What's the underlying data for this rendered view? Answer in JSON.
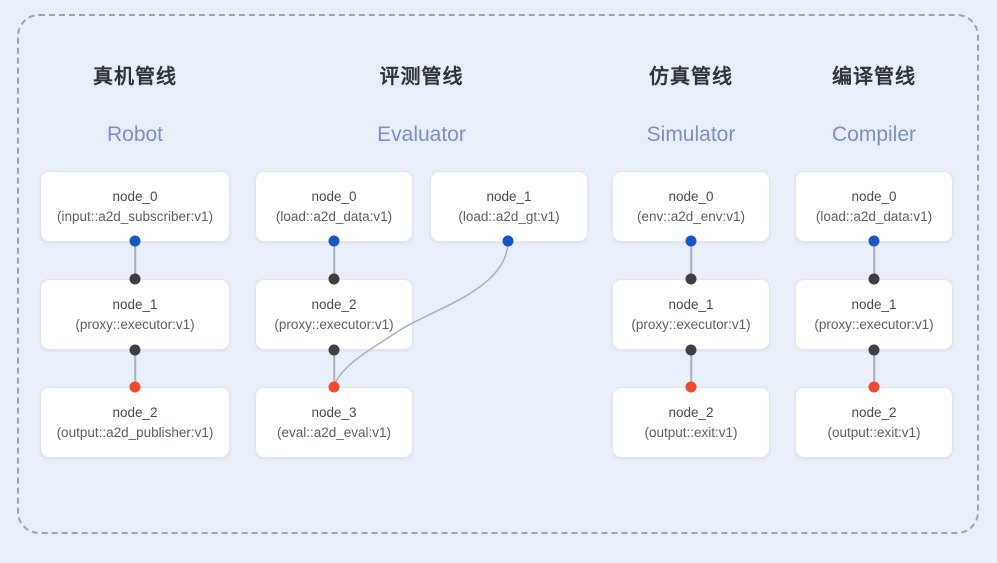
{
  "frame": {
    "border_style": "dashed",
    "border_color": "#9aa4b2",
    "background": "#e9eff9"
  },
  "palette": {
    "background": "#e9eff9",
    "card_background": "#ffffff",
    "card_border": "#e2e5ea",
    "title_cn_color": "#2f3438",
    "title_en_color": "#7b8fc7",
    "dot_input": "#1a56c4",
    "dot_internal": "#3c4043",
    "dot_output": "#ef4a30",
    "edge_color": "#aab1bb"
  },
  "columns": [
    {
      "id": "robot",
      "title_cn": "真机管线",
      "title_en": "Robot",
      "nodes": [
        {
          "id": "robot-node-0",
          "name": "node_0",
          "spec": "(input::a2d_subscriber:v1)"
        },
        {
          "id": "robot-node-1",
          "name": "node_1",
          "spec": "(proxy::executor:v1)"
        },
        {
          "id": "robot-node-2",
          "name": "node_2",
          "spec": "(output::a2d_publisher:v1)"
        }
      ]
    },
    {
      "id": "evaluator",
      "title_cn": "评测管线",
      "title_en": "Evaluator",
      "nodes": [
        {
          "id": "eval-node-0",
          "name": "node_0",
          "spec": "(load::a2d_data:v1)"
        },
        {
          "id": "eval-node-1",
          "name": "node_1",
          "spec": "(load::a2d_gt:v1)"
        },
        {
          "id": "eval-node-2",
          "name": "node_2",
          "spec": "(proxy::executor:v1)"
        },
        {
          "id": "eval-node-3",
          "name": "node_3",
          "spec": "(eval::a2d_eval:v1)"
        }
      ]
    },
    {
      "id": "simulator",
      "title_cn": "仿真管线",
      "title_en": "Simulator",
      "nodes": [
        {
          "id": "sim-node-0",
          "name": "node_0",
          "spec": "(env::a2d_env:v1)"
        },
        {
          "id": "sim-node-1",
          "name": "node_1",
          "spec": "(proxy::executor:v1)"
        },
        {
          "id": "sim-node-2",
          "name": "node_2",
          "spec": "(output::exit:v1)"
        }
      ]
    },
    {
      "id": "compiler",
      "title_cn": "编译管线",
      "title_en": "Compiler",
      "nodes": [
        {
          "id": "comp-node-0",
          "name": "node_0",
          "spec": "(load::a2d_data:v1)"
        },
        {
          "id": "comp-node-1",
          "name": "node_1",
          "spec": "(proxy::executor:v1)"
        },
        {
          "id": "comp-node-2",
          "name": "node_2",
          "spec": "(output::exit:v1)"
        }
      ]
    }
  ],
  "ports": [
    {
      "id": "robot-p0-out",
      "kind": "input-port"
    },
    {
      "id": "robot-p1-in",
      "kind": "internal-port"
    },
    {
      "id": "robot-p1-out",
      "kind": "internal-port"
    },
    {
      "id": "robot-p2-in",
      "kind": "output-port"
    },
    {
      "id": "eval-p0-out",
      "kind": "input-port"
    },
    {
      "id": "eval-p1-out",
      "kind": "input-port"
    },
    {
      "id": "eval-p2-in",
      "kind": "internal-port"
    },
    {
      "id": "eval-p2-out",
      "kind": "internal-port"
    },
    {
      "id": "eval-p3-in",
      "kind": "output-port"
    },
    {
      "id": "sim-p0-out",
      "kind": "input-port"
    },
    {
      "id": "sim-p1-in",
      "kind": "internal-port"
    },
    {
      "id": "sim-p1-out",
      "kind": "internal-port"
    },
    {
      "id": "sim-p2-in",
      "kind": "output-port"
    },
    {
      "id": "comp-p0-out",
      "kind": "input-port"
    },
    {
      "id": "comp-p1-in",
      "kind": "internal-port"
    },
    {
      "id": "comp-p1-out",
      "kind": "internal-port"
    },
    {
      "id": "comp-p2-in",
      "kind": "output-port"
    }
  ],
  "edges": [
    {
      "id": "robot-e0",
      "from": "robot-node-0",
      "to": "robot-node-1",
      "shape": "straight"
    },
    {
      "id": "robot-e1",
      "from": "robot-node-1",
      "to": "robot-node-2",
      "shape": "straight"
    },
    {
      "id": "eval-e0",
      "from": "eval-node-0",
      "to": "eval-node-2",
      "shape": "straight"
    },
    {
      "id": "eval-e1",
      "from": "eval-node-2",
      "to": "eval-node-3",
      "shape": "straight"
    },
    {
      "id": "eval-e2",
      "from": "eval-node-1",
      "to": "eval-node-3",
      "shape": "curved"
    },
    {
      "id": "sim-e0",
      "from": "sim-node-0",
      "to": "sim-node-1",
      "shape": "straight"
    },
    {
      "id": "sim-e1",
      "from": "sim-node-1",
      "to": "sim-node-2",
      "shape": "straight"
    },
    {
      "id": "comp-e0",
      "from": "comp-node-0",
      "to": "comp-node-1",
      "shape": "straight"
    },
    {
      "id": "comp-e1",
      "from": "comp-node-1",
      "to": "comp-node-2",
      "shape": "straight"
    }
  ]
}
